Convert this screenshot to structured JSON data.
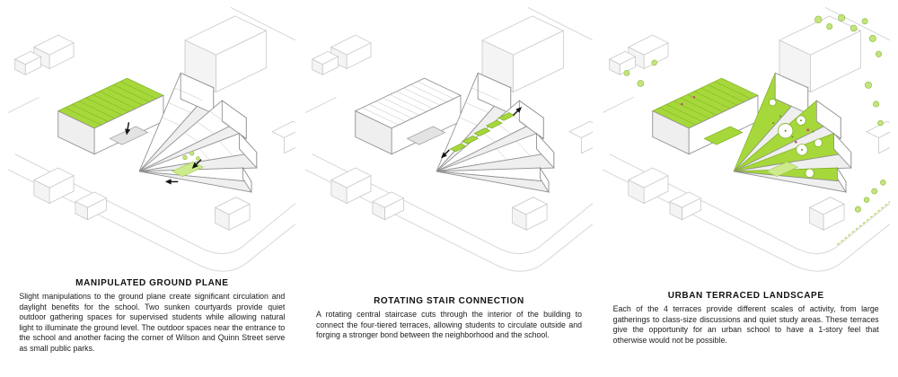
{
  "page": {
    "background": "#ffffff"
  },
  "colors": {
    "accent_green": "#a7d83b",
    "hatch_green": "#7fb125",
    "line_gray": "#c6c6c6",
    "text": "#1b1b1b"
  },
  "panels": [
    {
      "id": "manipulated-ground-plane",
      "title": "MANIPULATED GROUND PLANE",
      "description": "Slight manipulations to the ground plane create significant circulation and daylight benefits for the school. Two sunken courtyards provide quiet outdoor gathering spaces for supervised students while allowing natural light to illuminate the ground level. The outdoor spaces near the entrance to the school and another facing the corner of Wilson and Quinn Street serve as small public parks."
    },
    {
      "id": "rotating-stair-connection",
      "title": "ROTATING STAIR CONNECTION",
      "description": "A rotating central staircase cuts through the interior of the building to connect the four-tiered terraces, allowing students to circulate outside and forging a stronger bond between the neighborhood and the school."
    },
    {
      "id": "urban-terraced-landscape",
      "title": "URBAN TERRACED LANDSCAPE",
      "description": "Each of the 4 terraces provide different scales of activity, from large gatherings to class-size discussions and quiet study areas. These terraces give the opportunity for an urban school to have a 1-story feel that otherwise would not be possible."
    }
  ]
}
